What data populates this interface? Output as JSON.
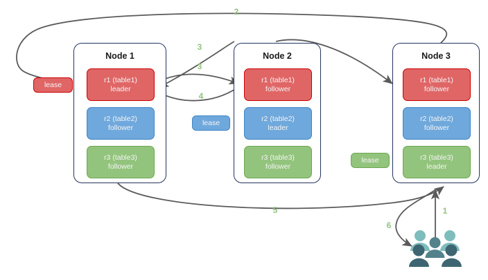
{
  "diagram": {
    "title": "",
    "colors": {
      "red_fill": "#e06666",
      "red_border": "#cc0000",
      "blue_fill": "#6fa8dc",
      "blue_border": "#3d85c6",
      "green_fill": "#93c47d",
      "green_border": "#6aa84f",
      "node_border": "#22335c",
      "arrow": "#5a5a5a",
      "step_label": "#93c47d",
      "user_light": "#7fbdbd",
      "user_mid": "#54828c",
      "user_dark": "#3d6672"
    }
  },
  "nodes": [
    {
      "title": "Node 1",
      "replicas": [
        {
          "name": "r1 (table1)",
          "role": "leader",
          "color": "red"
        },
        {
          "name": "r2 (table2)",
          "role": "follower",
          "color": "blue"
        },
        {
          "name": "r3 (table3)",
          "role": "follower",
          "color": "green"
        }
      ]
    },
    {
      "title": "Node 2",
      "replicas": [
        {
          "name": "r1 (table1)",
          "role": "follower",
          "color": "red"
        },
        {
          "name": "r2 (table2)",
          "role": "leader",
          "color": "blue"
        },
        {
          "name": "r3 (table3)",
          "role": "follower",
          "color": "green"
        }
      ]
    },
    {
      "title": "Node 3",
      "replicas": [
        {
          "name": "r1 (table1)",
          "role": "follower",
          "color": "red"
        },
        {
          "name": "r2 (table2)",
          "role": "follower",
          "color": "blue"
        },
        {
          "name": "r3 (table3)",
          "role": "leader",
          "color": "green"
        }
      ]
    }
  ],
  "leases": [
    {
      "label": "lease",
      "color": "red"
    },
    {
      "label": "lease",
      "color": "blue"
    },
    {
      "label": "lease",
      "color": "green"
    }
  ],
  "steps": [
    {
      "label": "1"
    },
    {
      "label": "2"
    },
    {
      "label": "3"
    },
    {
      "label": "3"
    },
    {
      "label": "4"
    },
    {
      "label": "5"
    },
    {
      "label": "6"
    }
  ],
  "actors": {
    "users_label": "users"
  }
}
